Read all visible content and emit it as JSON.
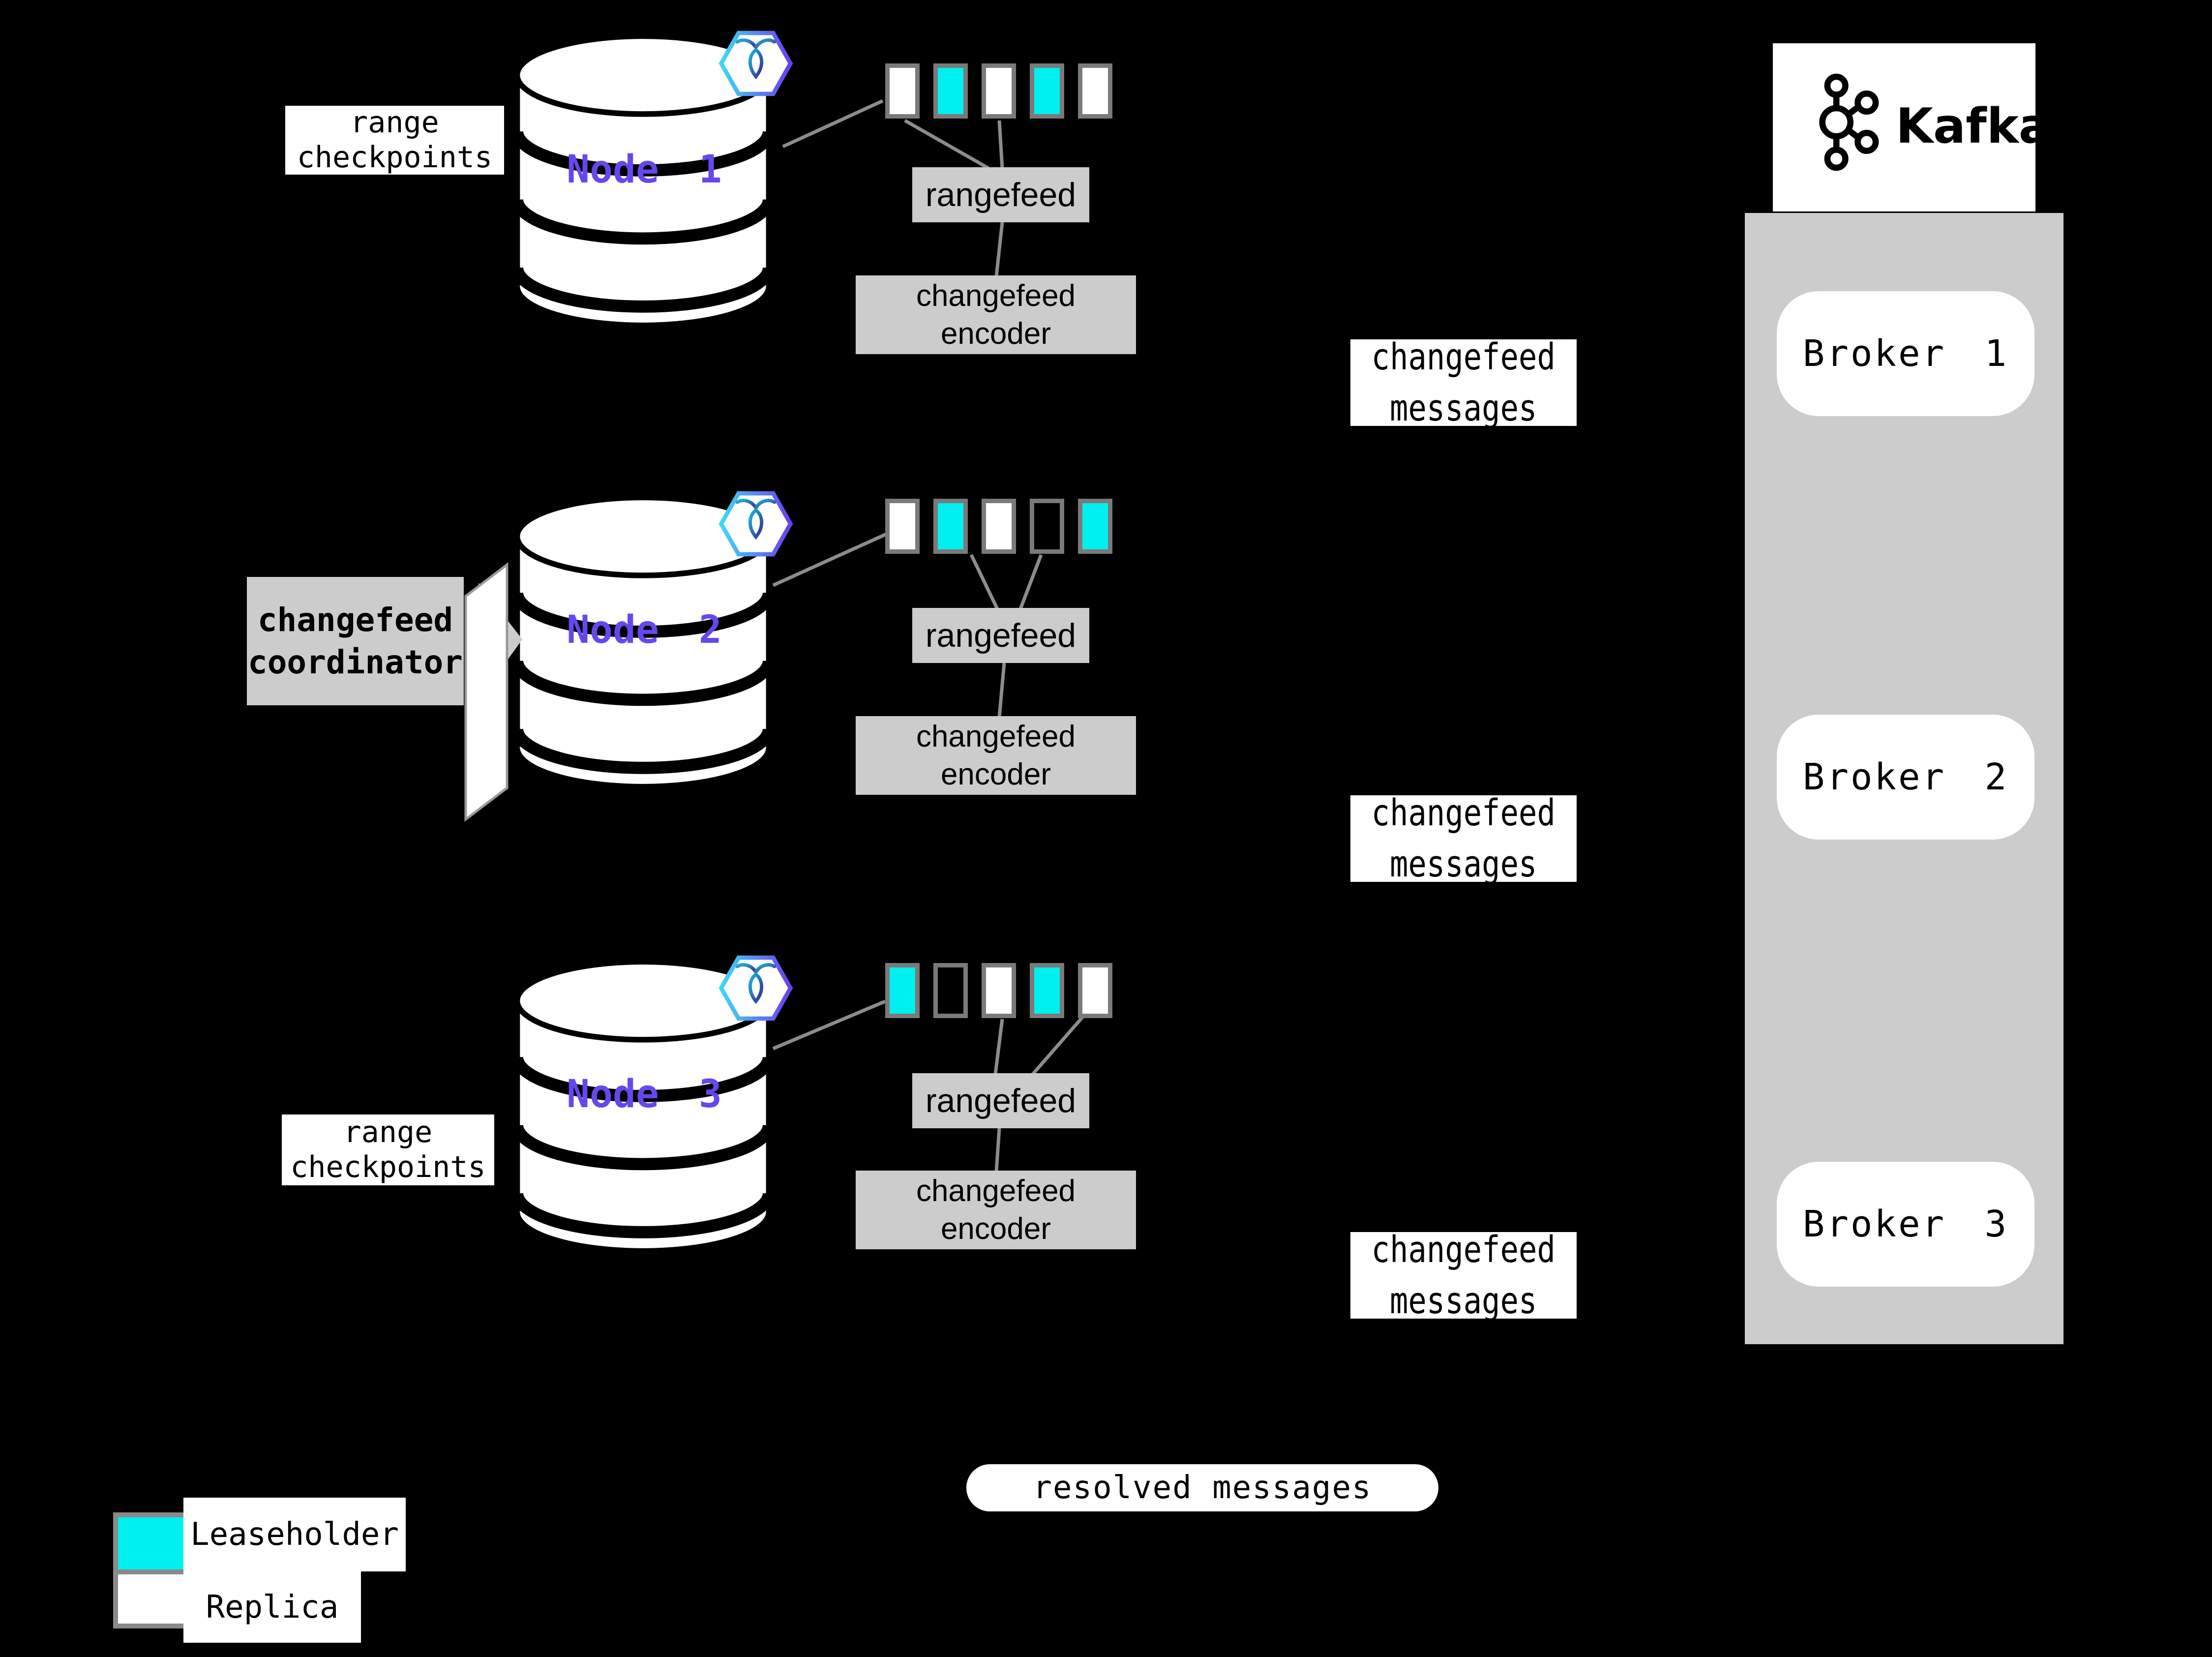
{
  "colors": {
    "background": "#000000",
    "leaseholder": "#00efef",
    "replica": "#ffffff",
    "node_text": "#6747ed",
    "gray_box": "#cccccc",
    "range_border": "#7a7a7a",
    "line_gray": "#8c8c8c"
  },
  "nodes": [
    {
      "label": "Node 1",
      "ranges": [
        "replica",
        "leaseholder",
        "replica",
        "leaseholder",
        "replica"
      ]
    },
    {
      "label": "Node 2",
      "ranges": [
        "replica",
        "leaseholder",
        "replica",
        "empty",
        "leaseholder"
      ]
    },
    {
      "label": "Node 3",
      "ranges": [
        "leaseholder",
        "empty",
        "replica",
        "leaseholder",
        "replica"
      ]
    }
  ],
  "labels": {
    "range_checkpoints": "range\ncheckpoints",
    "rangefeed": "rangefeed",
    "changefeed_encoder": "changefeed\nencoder",
    "changefeed_messages": "changefeed\nmessages",
    "changefeed_coordinator": "changefeed\ncoordinator",
    "resolved_messages": "resolved messages"
  },
  "kafka": {
    "title": "Kafka",
    "brokers": [
      "Broker 1",
      "Broker 2",
      "Broker 3"
    ]
  },
  "legend": {
    "items": [
      {
        "type": "leaseholder",
        "label": "Leaseholder"
      },
      {
        "type": "replica",
        "label": "Replica"
      }
    ]
  }
}
